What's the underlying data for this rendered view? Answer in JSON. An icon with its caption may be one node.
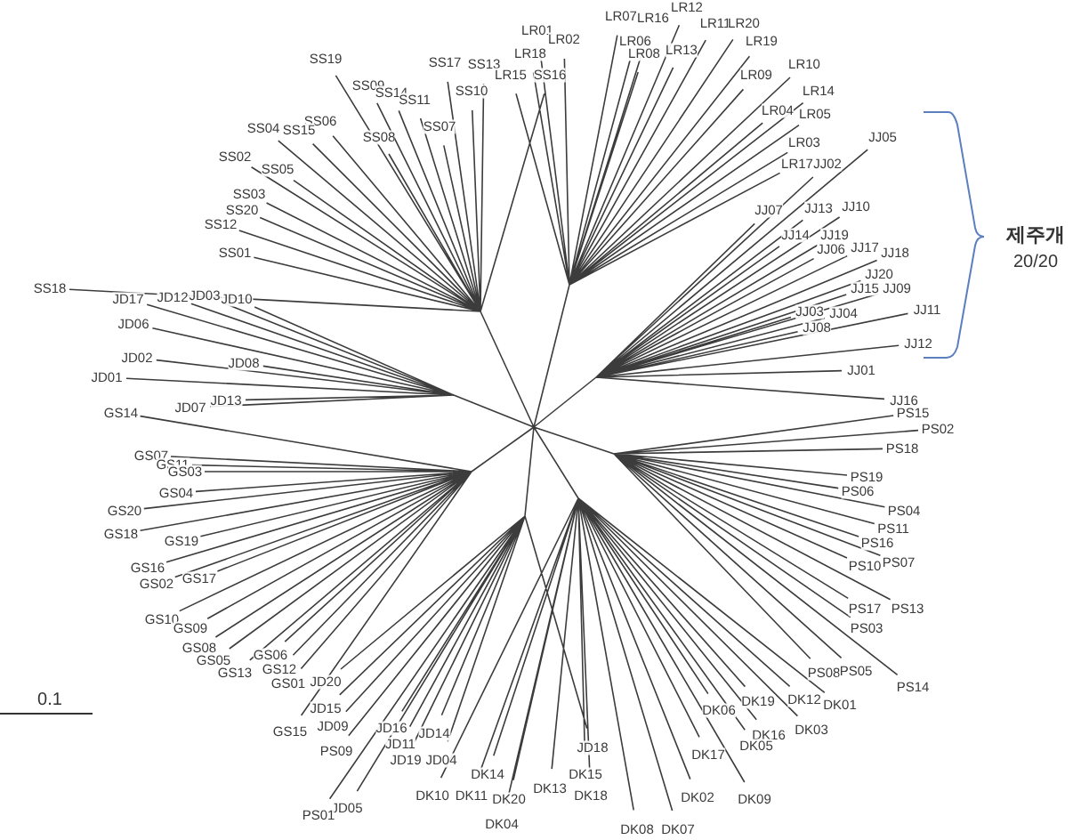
{
  "diagram": {
    "labels": [
      "SS19",
      "SS09",
      "SS14",
      "SS11",
      "SS17",
      "SS13",
      "SS10",
      "SS07",
      "SS06",
      "SS04",
      "SS15",
      "SS08",
      "SS02",
      "SS05",
      "SS03",
      "SS20",
      "SS12",
      "SS01",
      "SS18",
      "LR15",
      "SS16",
      "LR18",
      "LR01",
      "LR02",
      "LR07",
      "LR16",
      "LR12",
      "LR06",
      "LR08",
      "LR13",
      "LR11",
      "LR20",
      "LR19",
      "LR09",
      "LR10",
      "LR14",
      "LR04",
      "LR05",
      "LR03",
      "LR17",
      "JJ02",
      "JJ05",
      "JJ07",
      "JJ13",
      "JJ10",
      "JJ14",
      "JJ19",
      "JJ06",
      "JJ17",
      "JJ18",
      "JJ20",
      "JJ15",
      "JJ09",
      "JJ03",
      "JJ04",
      "JJ08",
      "JJ11",
      "JJ12",
      "JJ01",
      "JJ16",
      "PS15",
      "PS02",
      "PS18",
      "PS19",
      "PS06",
      "PS04",
      "PS11",
      "PS16",
      "PS10",
      "PS07",
      "PS17",
      "PS13",
      "PS03",
      "PS08",
      "PS05",
      "PS14",
      "DK19",
      "DK12",
      "DK01",
      "DK06",
      "DK16",
      "DK03",
      "DK05",
      "DK17",
      "DK02",
      "DK09",
      "DK08",
      "DK07",
      "JD18",
      "DK14",
      "DK15",
      "DK10",
      "DK11",
      "DK20",
      "DK13",
      "DK18",
      "DK04",
      "JD05",
      "PS01",
      "JD20",
      "JD15",
      "GS15",
      "JD09",
      "PS09",
      "JD16",
      "JD11",
      "JD14",
      "JD19",
      "JD04",
      "JD17",
      "JD12",
      "JD03",
      "JD10",
      "JD06",
      "JD02",
      "JD08",
      "JD01",
      "JD07",
      "JD13",
      "GS14",
      "GS07",
      "GS11",
      "GS03",
      "GS04",
      "GS20",
      "GS18",
      "GS19",
      "GS16",
      "GS02",
      "GS17",
      "GS10",
      "GS09",
      "GS08",
      "GS05",
      "GS06",
      "GS13",
      "GS12",
      "GS01",
      "제주개",
      "20/20",
      "0.1"
    ]
  }
}
